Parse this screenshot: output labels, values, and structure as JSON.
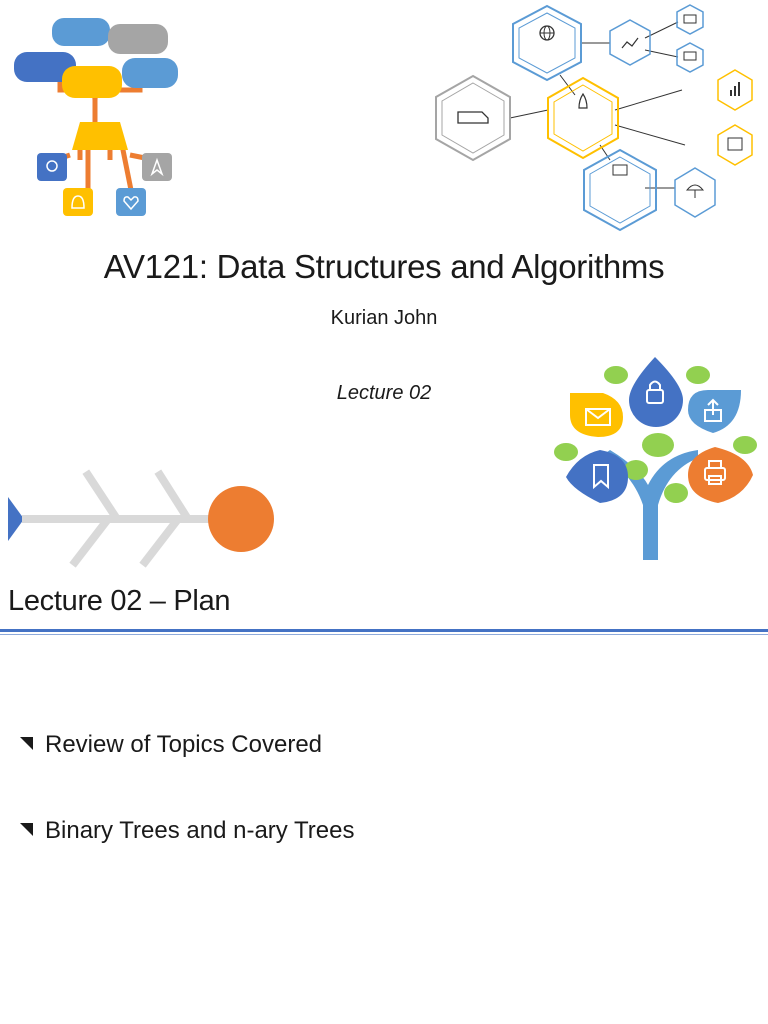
{
  "slide1": {
    "title": "AV121: Data Structures and Algorithms",
    "author": "Kurian John",
    "lecture": "Lecture 02"
  },
  "slide2": {
    "title": "Lecture 02 – Plan",
    "bullets": [
      "Review of Topics Covered",
      "Binary Trees and n-ary Trees"
    ]
  },
  "colors": {
    "accent_blue": "#4472c4",
    "light_blue": "#5b9bd5",
    "yellow": "#ffc000",
    "orange": "#ed7d31",
    "green": "#8bc34a",
    "gray": "#a5a5a5"
  }
}
